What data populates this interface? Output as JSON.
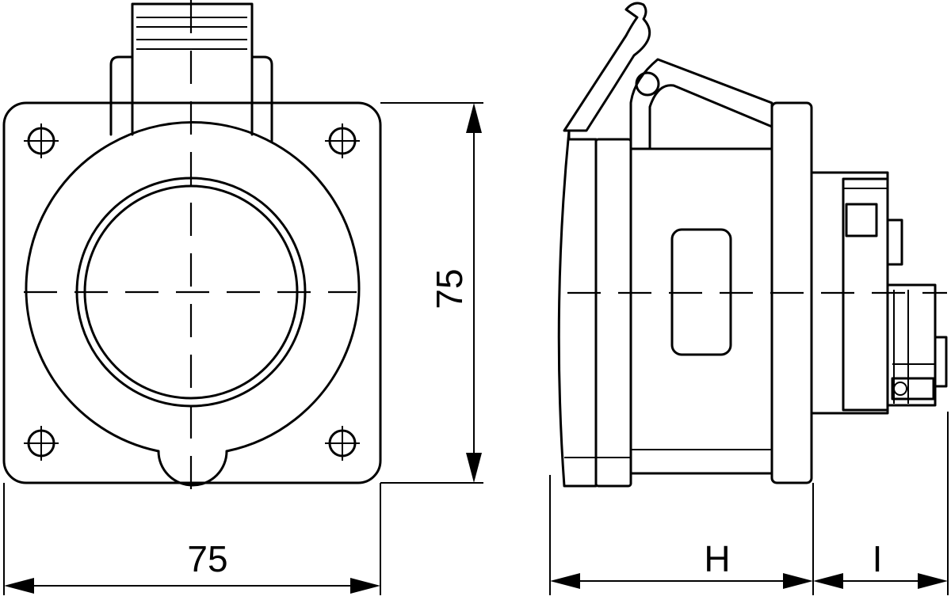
{
  "drawing": {
    "line_color": "#000000",
    "background": "#ffffff",
    "front_view": {
      "width_label": "75",
      "height_label": "75"
    },
    "side_view": {
      "depth_label": "H",
      "terminal_label": "I"
    }
  }
}
